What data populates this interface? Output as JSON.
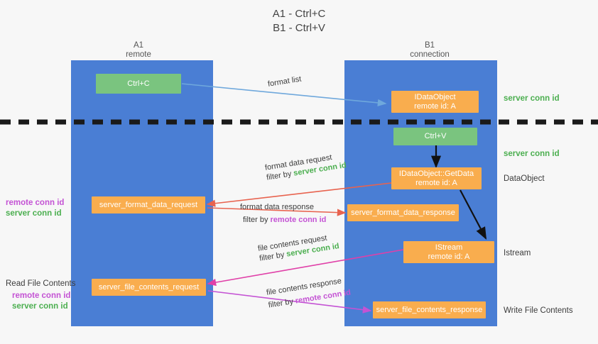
{
  "title": "A1 - Ctrl+C\nB1 - Ctrl+V",
  "colors": {
    "lane": "#4a7ed4",
    "green_node": "#7ac47f",
    "orange_node": "#f9ad4e",
    "server_conn_id": "#4caf50",
    "remote_conn_id": "#c453d4",
    "divider": "#1a1a1a",
    "background": "#f7f7f7"
  },
  "columns": [
    {
      "name": "A1",
      "sub": "remote"
    },
    {
      "name": "B1",
      "sub": "connection"
    }
  ],
  "nodes": {
    "ctrl_c": {
      "line1": "Ctrl+C"
    },
    "ctrl_v": {
      "line1": "Ctrl+V"
    },
    "idataobject": {
      "line1": "IDataObject",
      "line2": "remote id: A"
    },
    "getdata": {
      "line1": "IDataObject::GetData",
      "line2": "remote id: A"
    },
    "istream": {
      "line1": "IStream",
      "line2": "remote id: A"
    },
    "server_format_data_request": {
      "line1": "server_format_data_request"
    },
    "server_format_data_response": {
      "line1": "server_format_data_response"
    },
    "server_file_contents_request": {
      "line1": "server_file_contents_request"
    },
    "server_file_contents_response": {
      "line1": "server_file_contents_response"
    }
  },
  "edge_labels": {
    "format_list": "format list",
    "format_data_request": "format data request",
    "format_data_request_filter_prefix": "filter by ",
    "format_data_request_filter_key": "server conn id",
    "format_data_response": "format data response",
    "format_data_response_filter_prefix": "filter by ",
    "format_data_response_filter_key": "remote conn id",
    "file_contents_request": "file contents request",
    "file_contents_request_filter_prefix": "filter by ",
    "file_contents_request_filter_key": "server conn id",
    "file_contents_response": "file contents response",
    "file_contents_response_filter_prefix": "filter by ",
    "file_contents_response_filter_key": "remote conn id"
  },
  "side_labels": {
    "server_conn_id_top": "server conn id",
    "server_conn_id_mid": "server conn id",
    "dataobject": "DataObject",
    "istream": "Istream",
    "write_file_contents": "Write File Contents",
    "read_file_contents": "Read File Contents"
  },
  "left_conn_stacks": [
    {
      "remote": "remote conn id",
      "server": "server conn id"
    },
    {
      "remote": "remote conn id",
      "server": "server conn id"
    }
  ]
}
